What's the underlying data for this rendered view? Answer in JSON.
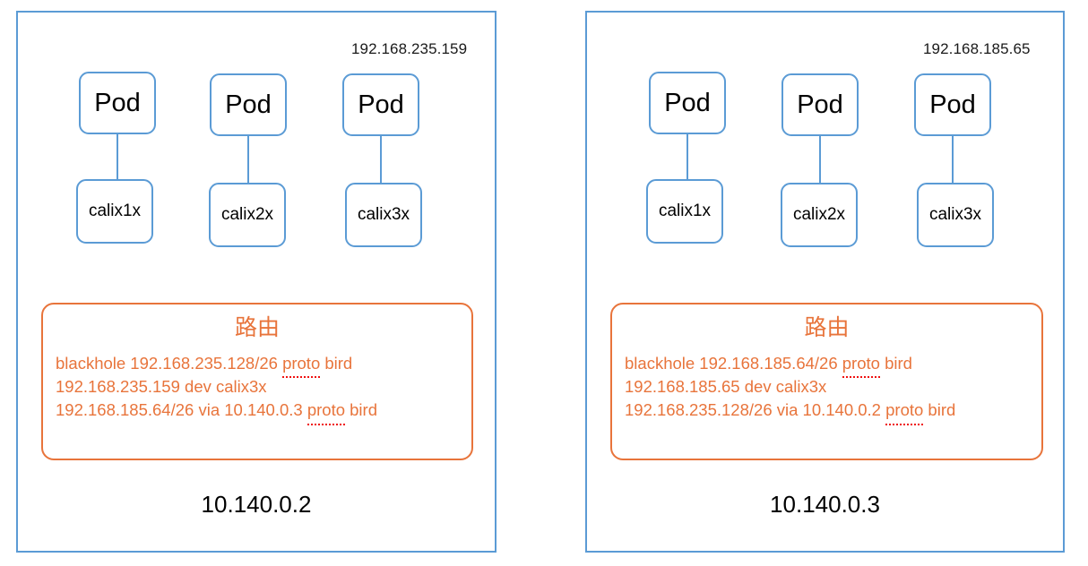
{
  "diagram": {
    "title_cn": "路由",
    "colors": {
      "node_border": "#5b9bd5",
      "pod_border": "#5b9bd5",
      "route_border": "#e8743b",
      "route_text": "#e8743b",
      "spellcheck_underline": "#ef1111",
      "label_text": "#000000",
      "background": "#ffffff"
    },
    "nodes": [
      {
        "id": "node-left",
        "node_ip": "10.140.0.2",
        "pod_ip_label": "192.168.235.159",
        "pods": [
          {
            "pod_label": "Pod",
            "veth_label": "calix1x"
          },
          {
            "pod_label": "Pod",
            "veth_label": "calix2x"
          },
          {
            "pod_label": "Pod",
            "veth_label": "calix3x"
          }
        ],
        "route_box": {
          "title": "路由",
          "lines": [
            {
              "before": "blackhole 192.168.235.128/26 ",
              "misspelled": "proto",
              "after": " bird"
            },
            {
              "before": "192.168.235.159 dev calix3x",
              "misspelled": "",
              "after": ""
            },
            {
              "before": "192.168.185.64/26 via 10.140.0.3 ",
              "misspelled": "proto",
              "after": " bird"
            }
          ]
        }
      },
      {
        "id": "node-right",
        "node_ip": "10.140.0.3",
        "pod_ip_label": "192.168.185.65",
        "pods": [
          {
            "pod_label": "Pod",
            "veth_label": "calix1x"
          },
          {
            "pod_label": "Pod",
            "veth_label": "calix2x"
          },
          {
            "pod_label": "Pod",
            "veth_label": "calix3x"
          }
        ],
        "route_box": {
          "title": "路由",
          "lines": [
            {
              "before": "blackhole 192.168.185.64/26 ",
              "misspelled": "proto",
              "after": " bird"
            },
            {
              "before": "192.168.185.65 dev calix3x",
              "misspelled": "",
              "after": ""
            },
            {
              "before": "192.168.235.128/26 via 10.140.0.2 ",
              "misspelled": "proto",
              "after": " bird"
            }
          ]
        }
      }
    ]
  }
}
